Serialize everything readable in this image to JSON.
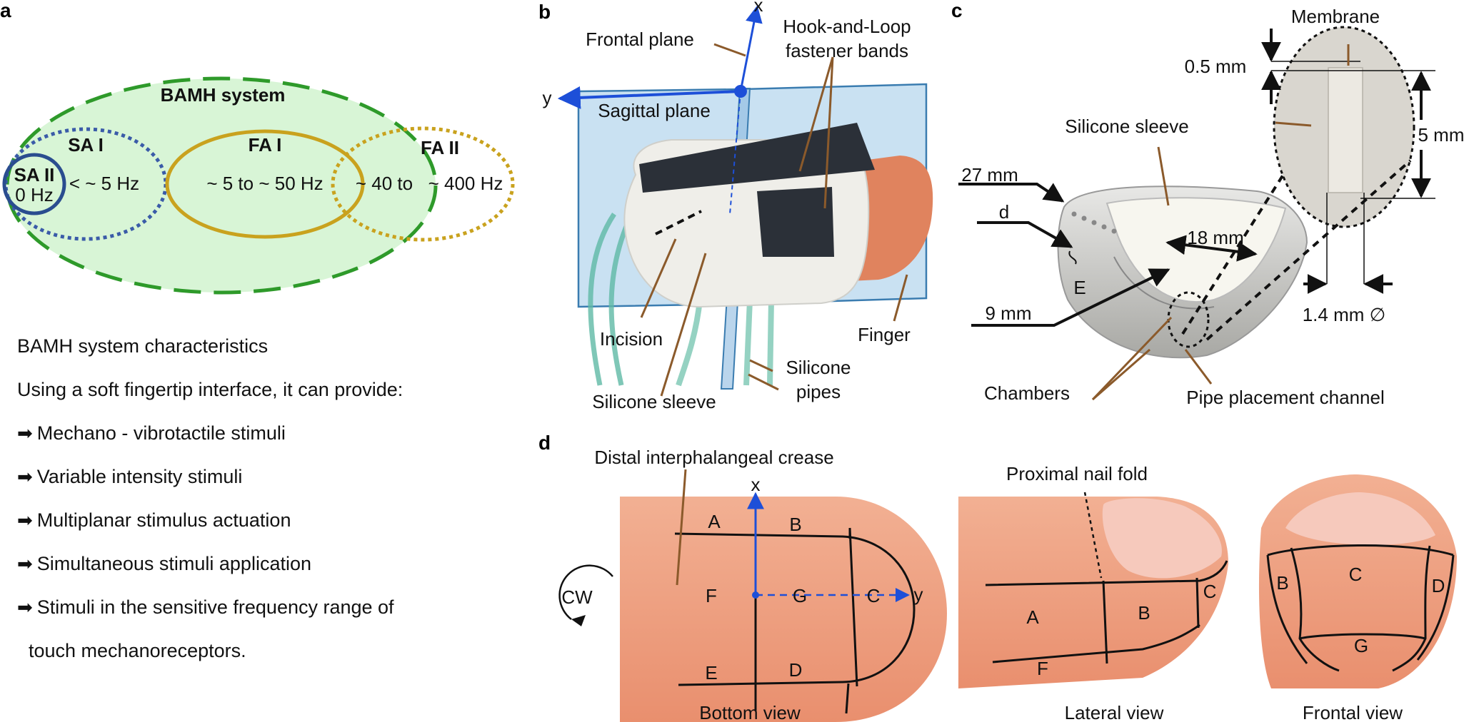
{
  "panel_labels": {
    "a": "a",
    "b": "b",
    "c": "c",
    "d": "d"
  },
  "panel_a": {
    "system": "BAMH system",
    "sa1": "SA I",
    "sa1_freq": "< ~ 5 Hz",
    "sa2": "SA II",
    "sa2_freq": "0 Hz",
    "fa1": "FA I",
    "fa1_freq": "~ 5 to ~ 50 Hz",
    "fa2": "FA II",
    "fa2_freq_a": "~ 40 to",
    "fa2_freq_b": "~ 400 Hz",
    "colors": {
      "system_fill": "#d8f5d6",
      "system_border": "#2e9a2a",
      "sa1": "#3a5ba8",
      "sa2": "#2a4d8f",
      "fa1": "#c9a21e",
      "fa2": "#c9a21e"
    }
  },
  "characteristics": {
    "title": "BAMH system characteristics",
    "intro": "Using a soft fingertip interface, it can provide:",
    "items": [
      "Mechano - vibrotactile stimuli",
      "Variable intensity stimuli",
      "Multiplanar stimulus actuation",
      "Simultaneous stimuli application",
      "Stimuli in the sensitive frequency range of"
    ],
    "continuation": "touch mechanoreceptors."
  },
  "panel_b": {
    "x_axis": "x",
    "y_axis": "y",
    "frontal": "Frontal plane",
    "sagittal": "Sagittal plane",
    "fastener_a": "Hook-and-Loop",
    "fastener_b": "fastener bands",
    "incision": "Incision",
    "sleeve": "Silicone sleeve",
    "pipes_a": "Silicone",
    "pipes_b": "pipes",
    "finger": "Finger"
  },
  "panel_c": {
    "membrane": "Membrane",
    "t_membrane": "0.5 mm",
    "height": "5 mm",
    "sleeve": "Silicone sleeve",
    "w27": "27 mm",
    "w18": "18 mm",
    "d": "d",
    "e": "E",
    "w9": "9 mm",
    "diameter": "1.4 mm ∅",
    "chambers": "Chambers",
    "channel": "Pipe placement channel"
  },
  "panel_d": {
    "crease": "Distal interphalangeal crease",
    "nail_fold": "Proximal nail fold",
    "x_axis": "x",
    "y_axis": "y",
    "cw": "CW",
    "bottom": {
      "A": "A",
      "B": "B",
      "C": "C",
      "D": "D",
      "E": "E",
      "F": "F",
      "G": "G"
    },
    "lateral": {
      "A": "A",
      "B": "B",
      "C": "C",
      "F": "F"
    },
    "frontal": {
      "B": "B",
      "C": "C",
      "D": "D",
      "G": "G"
    },
    "views": {
      "bottom": "Bottom view",
      "lateral": "Lateral view",
      "frontal": "Frontal view"
    },
    "skin_color": "#f0a688"
  }
}
